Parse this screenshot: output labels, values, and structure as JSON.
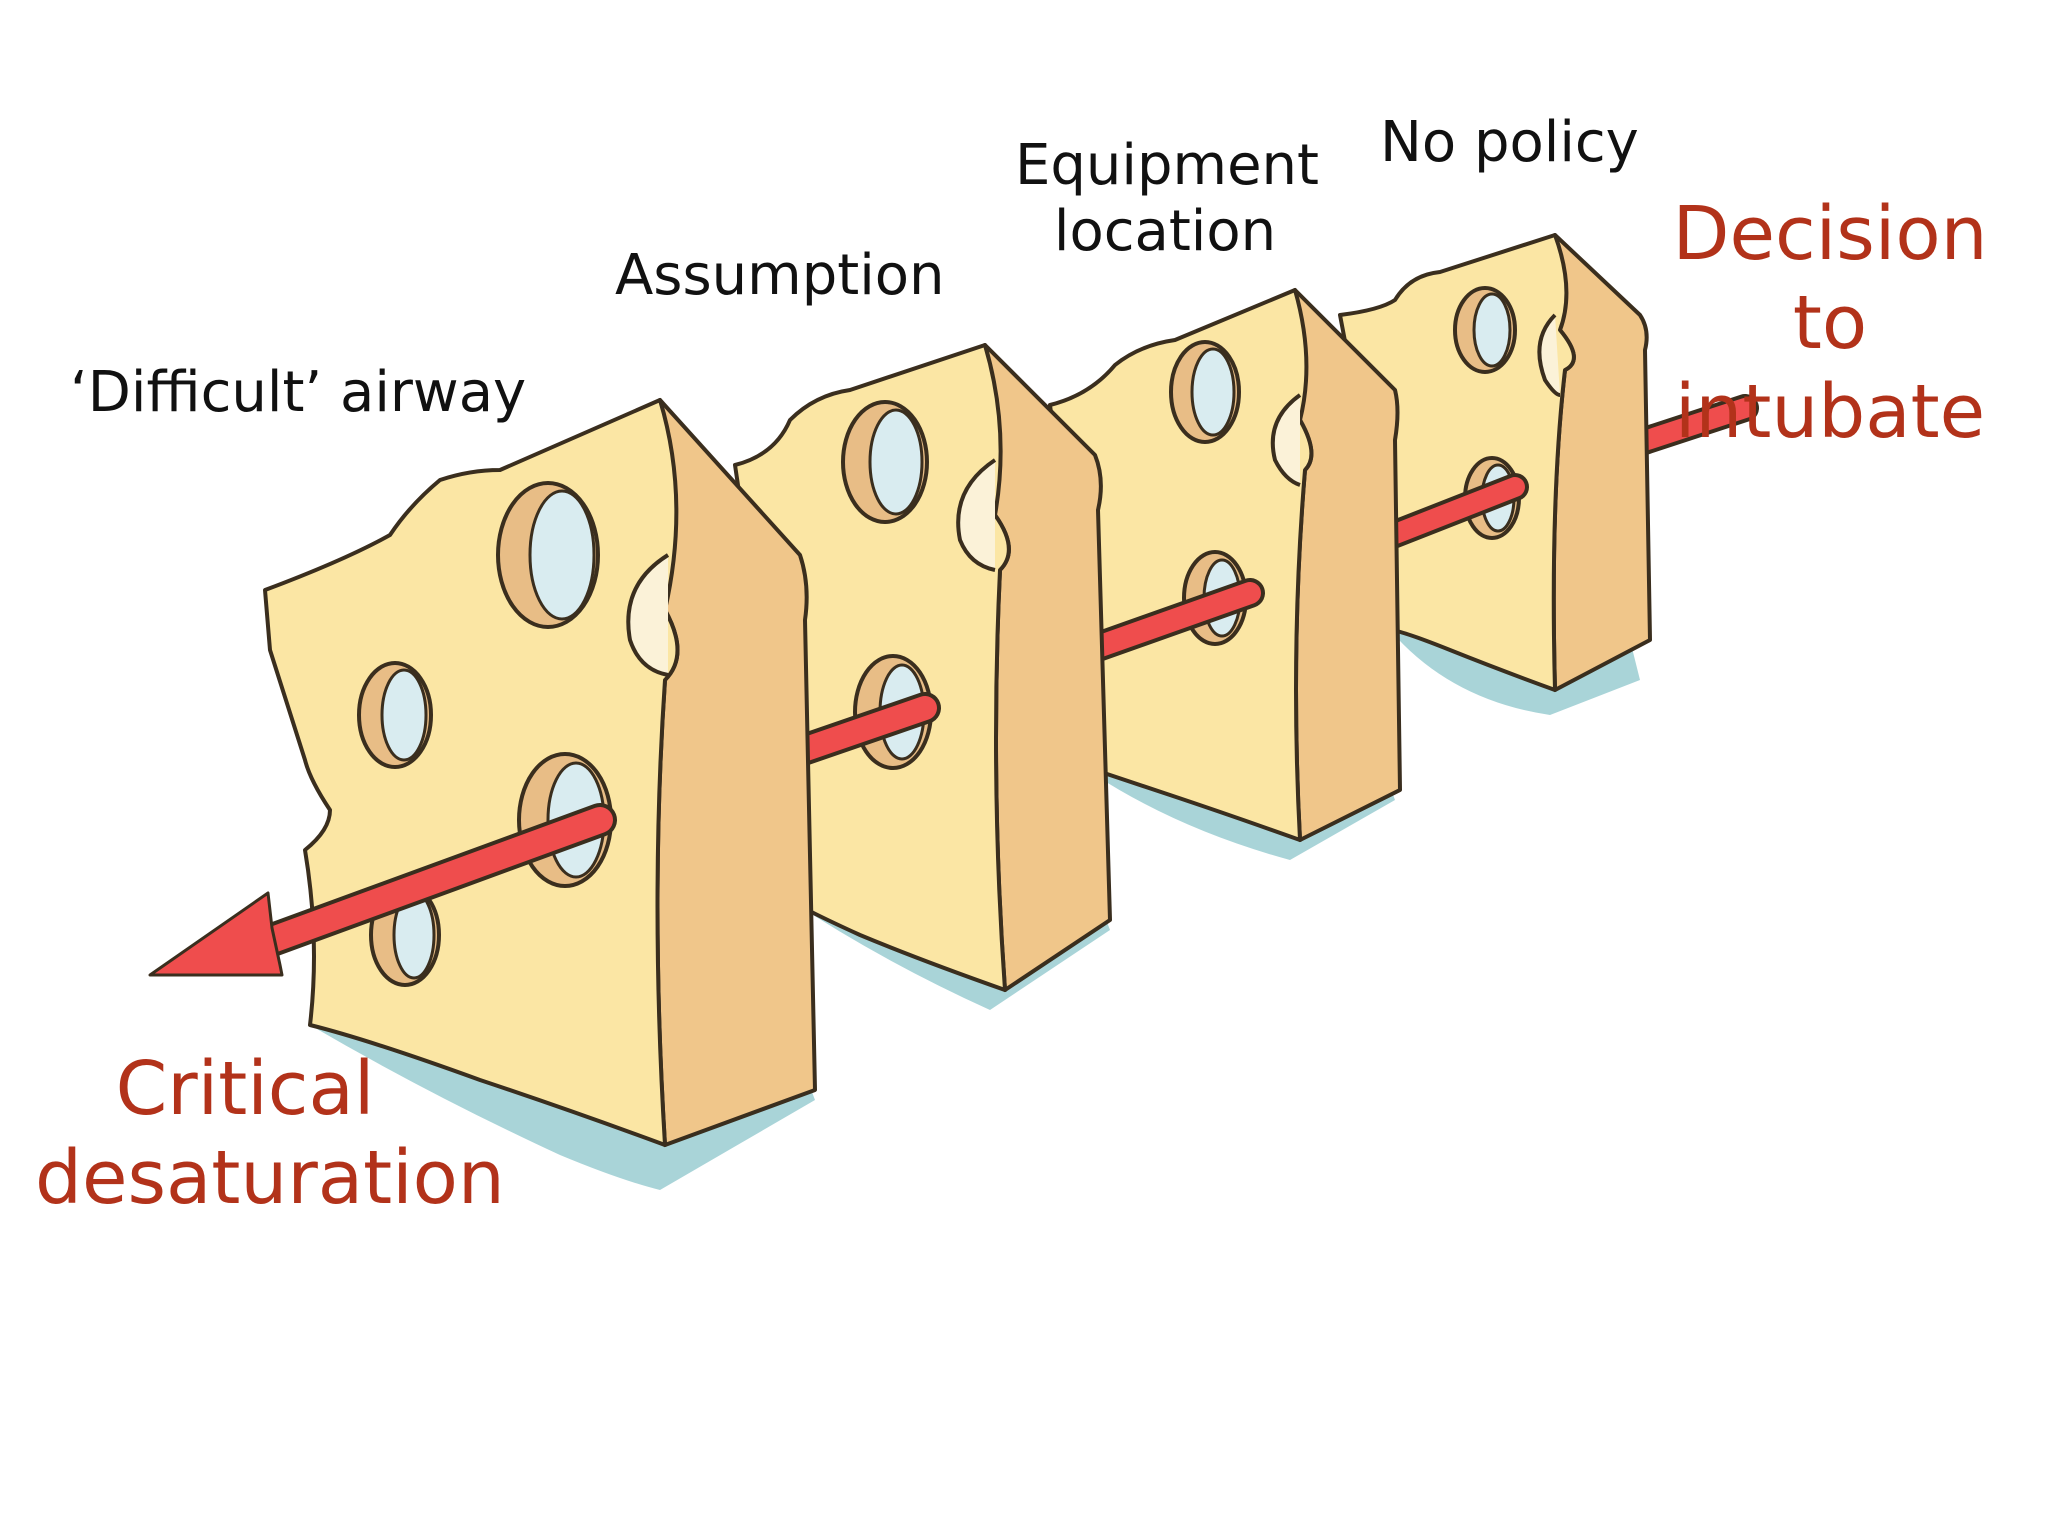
{
  "layers": [
    {
      "label": "‘Difficult’ airway"
    },
    {
      "label": "Assumption"
    },
    {
      "label": "Equipment location"
    },
    {
      "label": "No policy"
    }
  ],
  "trajectory": {
    "start_label": "Decision to intubate",
    "end_label": "Critical desaturation",
    "color": "#ef4d4d"
  },
  "colors": {
    "cheese_face": "#fbe6a4",
    "cheese_side": "#f0c68a",
    "hole_inner": "#d9ecf0",
    "shadow": "#a9d4d8",
    "outline": "#3a2e1e",
    "label_red": "#b2321a"
  }
}
